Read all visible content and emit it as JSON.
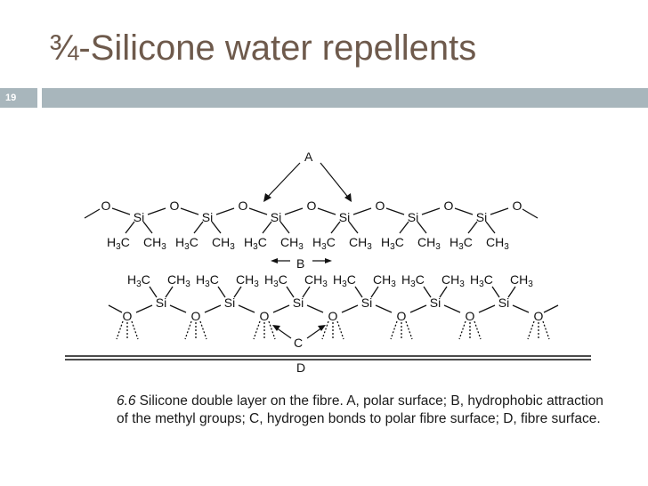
{
  "slide": {
    "title": "¾-Silicone water repellents",
    "number": "19"
  },
  "diagram": {
    "label_a": "A",
    "label_b": "B",
    "label_c": "C",
    "label_d": "D",
    "atom_o": "O",
    "atom_si": "Si",
    "group_h3c": "H3C",
    "group_ch3": "CH3"
  },
  "caption": {
    "figure_number": "6.6",
    "text": "Silicone double layer on the fibre. A, polar surface; B, hydrophobic attraction of the methyl groups; C, hydrogen bonds to polar fibre surface; D, fibre surface."
  },
  "colors": {
    "title": "#6e5a4c",
    "bar": "#a8b6bc",
    "ink": "#111111"
  }
}
